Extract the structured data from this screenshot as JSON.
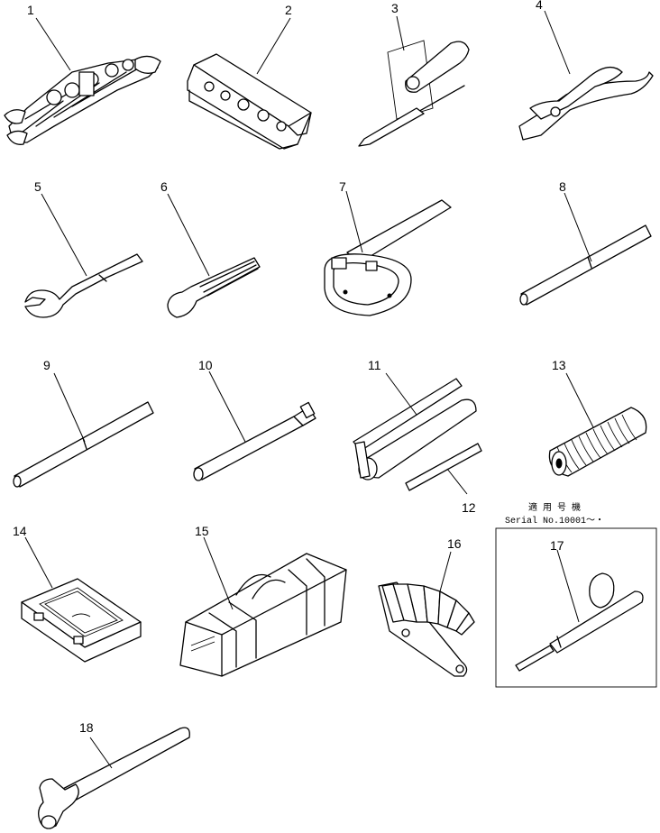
{
  "labels": [
    "1",
    "2",
    "3",
    "4",
    "5",
    "6",
    "7",
    "8",
    "9",
    "10",
    "11",
    "12",
    "13",
    "14",
    "15",
    "16",
    "17",
    "18"
  ],
  "serial_box": {
    "title_jp": "適 用 号 機",
    "serial_line": "Serial No.10001～・"
  }
}
